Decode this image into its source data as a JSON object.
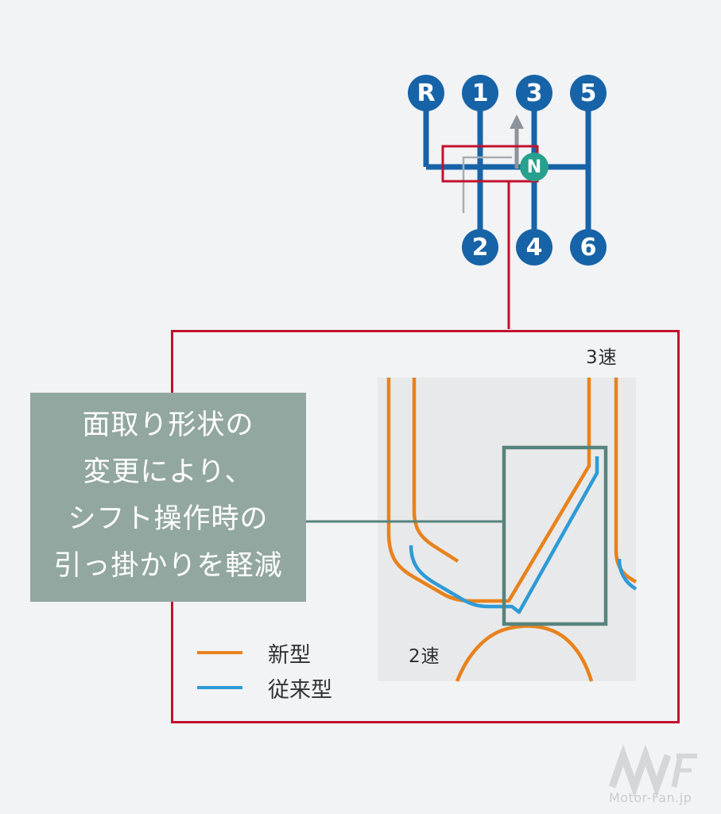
{
  "shift_pattern": {
    "top_row": [
      "R",
      "1",
      "3",
      "5"
    ],
    "bottom_row": [
      "2",
      "4",
      "6"
    ],
    "neutral": "N"
  },
  "detail_box": {
    "gear3_label": "3速",
    "gear2_label": "2速",
    "legend": [
      {
        "label": "新型",
        "color": "#e8821c"
      },
      {
        "label": "従来型",
        "color": "#2e9ad6"
      }
    ]
  },
  "callout": {
    "lines": [
      "面取り形状の",
      "変更により、",
      "シフト操作時の",
      "引っ掛かりを軽減"
    ],
    "bg": "#93a7a1"
  },
  "watermark": {
    "text": "Motor-Fan.jp"
  },
  "colors": {
    "page_bg": "#f2f3f5",
    "shift_blue": "#1763a8",
    "neutral_teal": "#27a18e",
    "highlight_red": "#c2122e",
    "new_orange": "#e8821c",
    "old_blue": "#2e9ad6",
    "teal_frame": "#56837d",
    "panel_gray": "#e8e9ea",
    "arrow_gray": "#8d939a"
  }
}
